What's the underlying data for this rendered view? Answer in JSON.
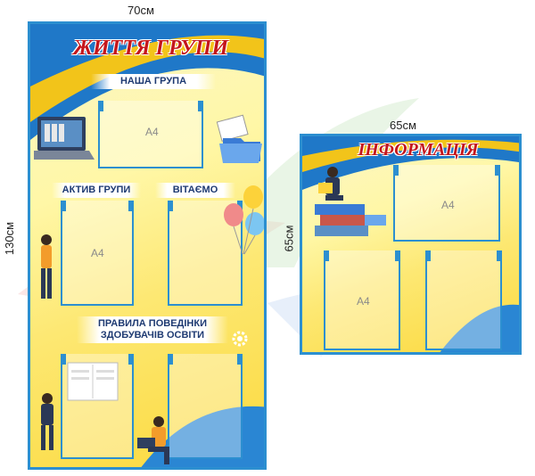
{
  "dimensions": {
    "left_width": "70см",
    "left_height": "130см",
    "right_width": "65см",
    "right_height": "65см"
  },
  "left_board": {
    "title": "ЖИТТЯ ГРУПИ",
    "sections": {
      "our_group": "НАША ГРУПА",
      "active_group": "АКТИВ ГРУПИ",
      "congrats": "ВІТАЄМО",
      "rules_line1": "ПРАВИЛА ПОВЕДІНКИ",
      "rules_line2": "ЗДОБУВАЧІВ ОСВІТИ"
    },
    "pocket_label": "A4"
  },
  "right_board": {
    "title": "ІНФОРМАЦІЯ",
    "pocket_label": "A4"
  },
  "colors": {
    "frame": "#2c8fd0",
    "title_red": "#c4161c",
    "label_blue": "#1e3a72",
    "yellow": "#fde873"
  },
  "icons": [
    "laptop-icon",
    "folder-icon",
    "balloons-icon",
    "person-icon",
    "books-icon",
    "gear-icon"
  ]
}
